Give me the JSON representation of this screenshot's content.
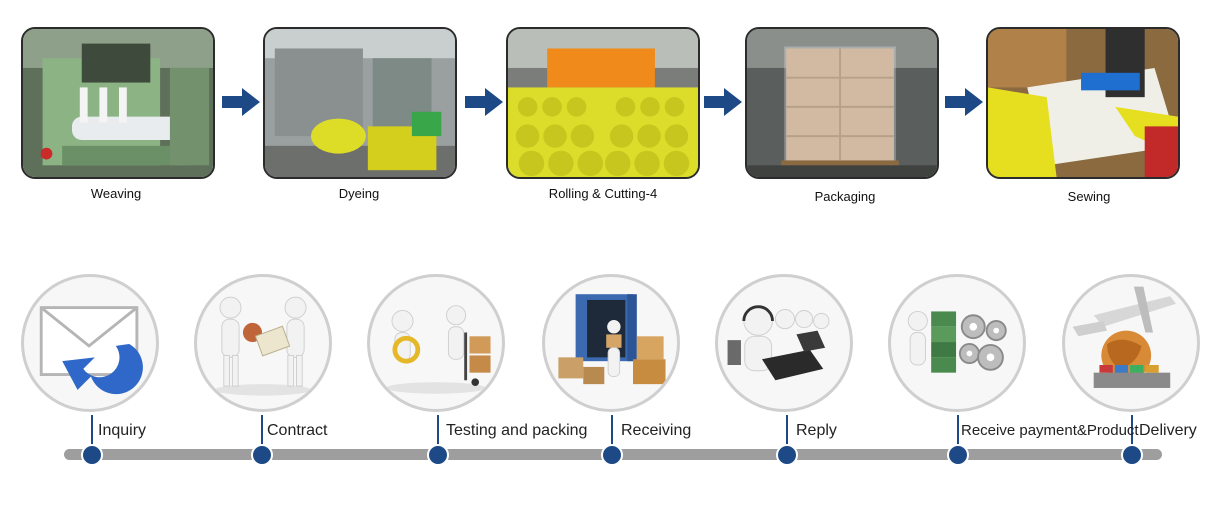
{
  "production": {
    "steps": [
      {
        "label": "Weaving"
      },
      {
        "label": "Dyeing"
      },
      {
        "label": "Rolling & Cutting-4"
      },
      {
        "label": "Packaging"
      },
      {
        "label": "Sewing"
      }
    ]
  },
  "service": {
    "steps": [
      {
        "label": "Inquiry",
        "icon": "envelope-reply-icon"
      },
      {
        "label": "Contract",
        "icon": "handshake-contract-icon"
      },
      {
        "label": "Testing and packing",
        "icon": "magnifier-cart-icon"
      },
      {
        "label": "Receiving",
        "icon": "container-boxes-icon"
      },
      {
        "label": "Reply",
        "icon": "call-center-icon"
      },
      {
        "label": "Receive payment&Product",
        "icon": "money-gears-icon"
      },
      {
        "label": "Delivery",
        "icon": "airplane-globe-icon"
      }
    ]
  },
  "colors": {
    "arrow": "#1d4a86",
    "node": "#1d4a86",
    "track": "#9e9e9e",
    "yellow_webbing": "#e8e62a",
    "orange_webbing": "#f08a1a"
  }
}
